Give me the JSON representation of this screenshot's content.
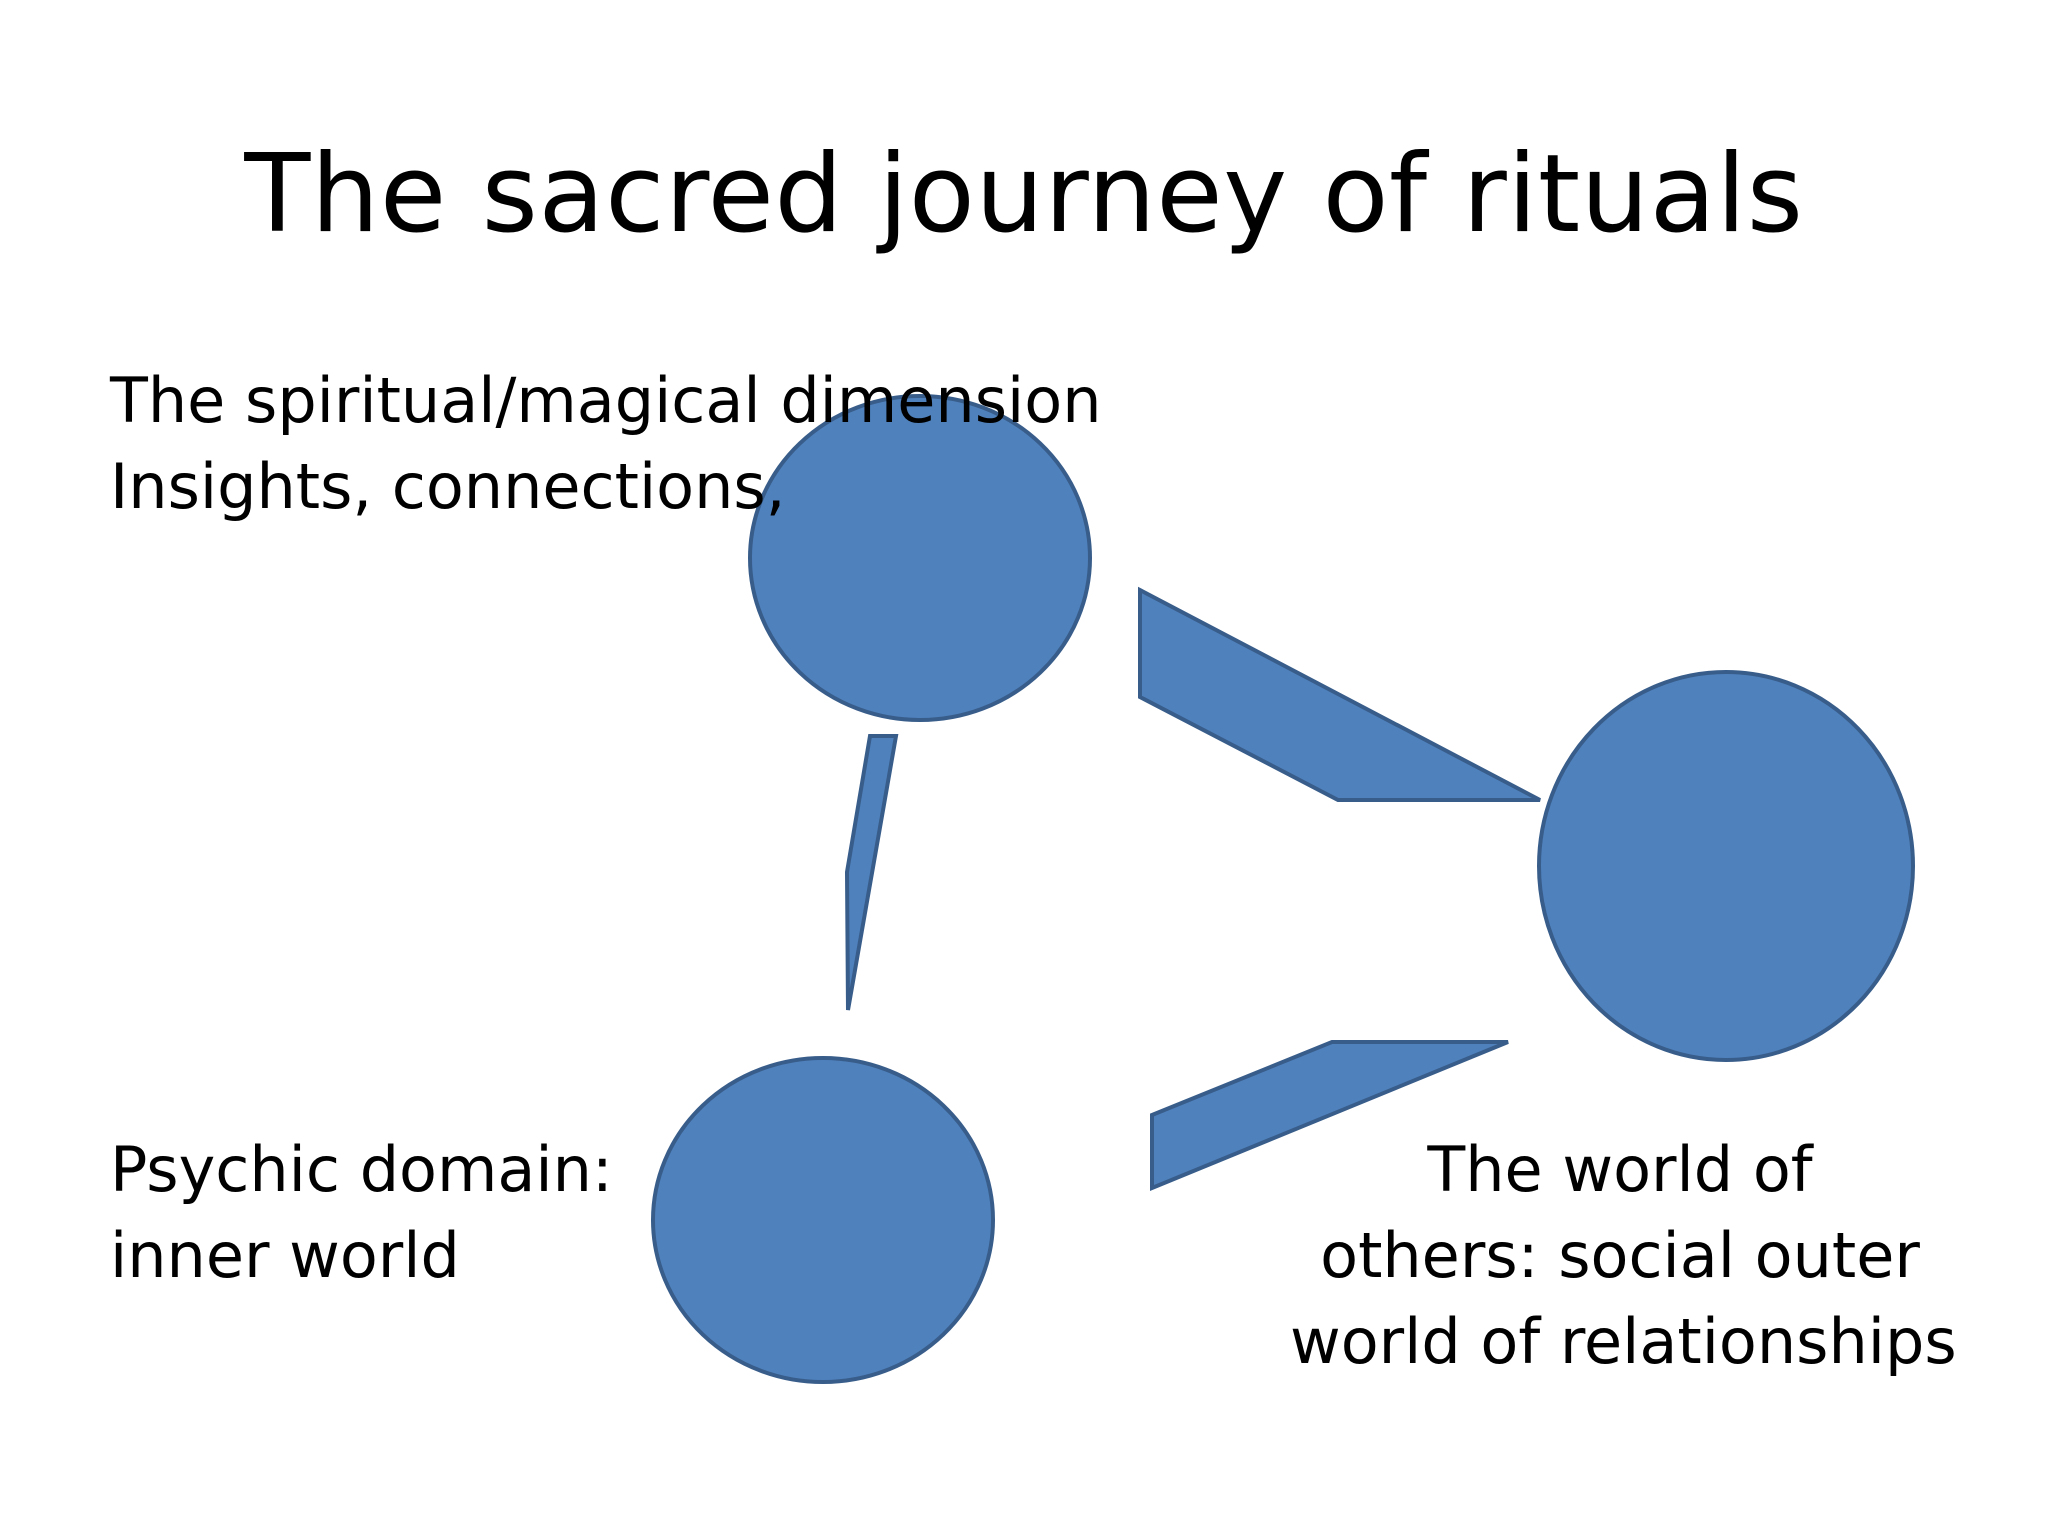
{
  "title": "The sacred journey of rituals",
  "labels": {
    "spiritual": [
      "The spiritual/magical dimension",
      "Insights, connections,"
    ],
    "psychic": [
      "Psychic domain:",
      "inner world"
    ],
    "world": [
      "The world of",
      "others: social outer",
      "world of relationships"
    ]
  },
  "colors": {
    "fill": "#4f81bd",
    "stroke": "#385d8a",
    "text": "#000000",
    "background": "#ffffff"
  }
}
